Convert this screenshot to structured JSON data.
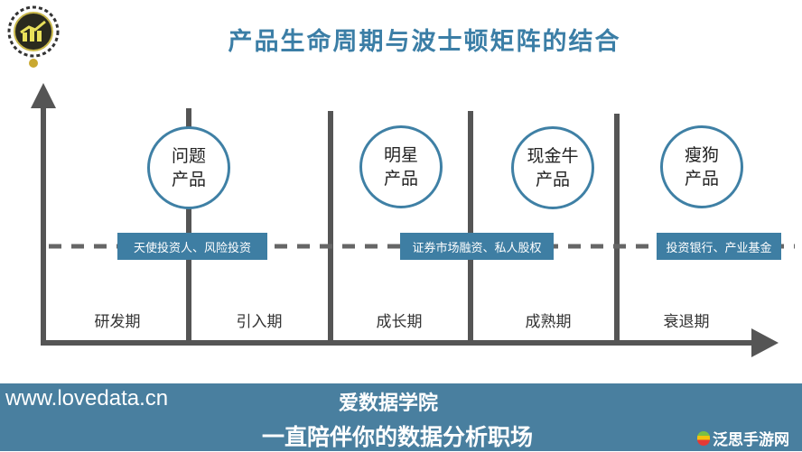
{
  "title": "产品生命周期与波士顿矩阵的结合",
  "logo": {
    "text": "爱数据学院",
    "icon": "rising-chart-laurel-logo"
  },
  "quadrants": [
    {
      "label": "问题\n产品"
    },
    {
      "label": "明星\n产品"
    },
    {
      "label": "现金牛\n产品"
    },
    {
      "label": "瘦狗\n产品"
    }
  ],
  "financing": [
    "天使投资人、风险投资",
    "证券市场融资、私人股权",
    "投资银行、产业基金"
  ],
  "phases": [
    "研发期",
    "引入期",
    "成长期",
    "成熟期",
    "衰退期"
  ],
  "footer": {
    "url": "www.lovedata.cn",
    "brand": "爱数据学院",
    "slogan": "一直陪伴你的数据分析职场",
    "watermark": "泛思手游网"
  },
  "colors": {
    "accent": "#3e7ea3",
    "axis": "#555555",
    "banner": "#497f9f"
  }
}
